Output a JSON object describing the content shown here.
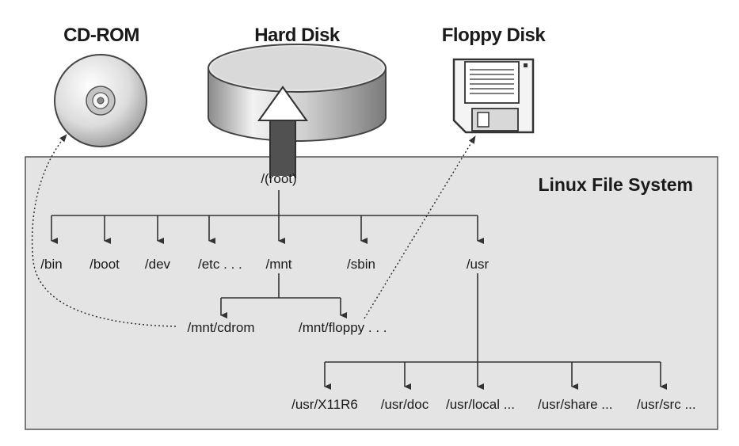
{
  "devices": {
    "cdrom": "CD-ROM",
    "harddisk": "Hard Disk",
    "floppy": "Floppy Disk"
  },
  "panel_title": "Linux File System",
  "root": "/(root)",
  "level1": [
    "/bin",
    "/boot",
    "/dev",
    "/etc . . .",
    "/mnt",
    "/sbin",
    "/usr"
  ],
  "mnt_children": [
    "/mnt/cdrom",
    "/mnt/floppy . . ."
  ],
  "usr_children": [
    "/usr/X11R6",
    "/usr/doc",
    "/usr/local ...",
    "/usr/share ...",
    "/usr/src ..."
  ],
  "colors": {
    "panel": "#e4e4e4",
    "border": "#555555",
    "line": "#333333"
  },
  "icons": [
    "cd-disc-icon",
    "hard-disk-cylinder-icon",
    "floppy-disk-icon",
    "mount-arrow-icon"
  ]
}
